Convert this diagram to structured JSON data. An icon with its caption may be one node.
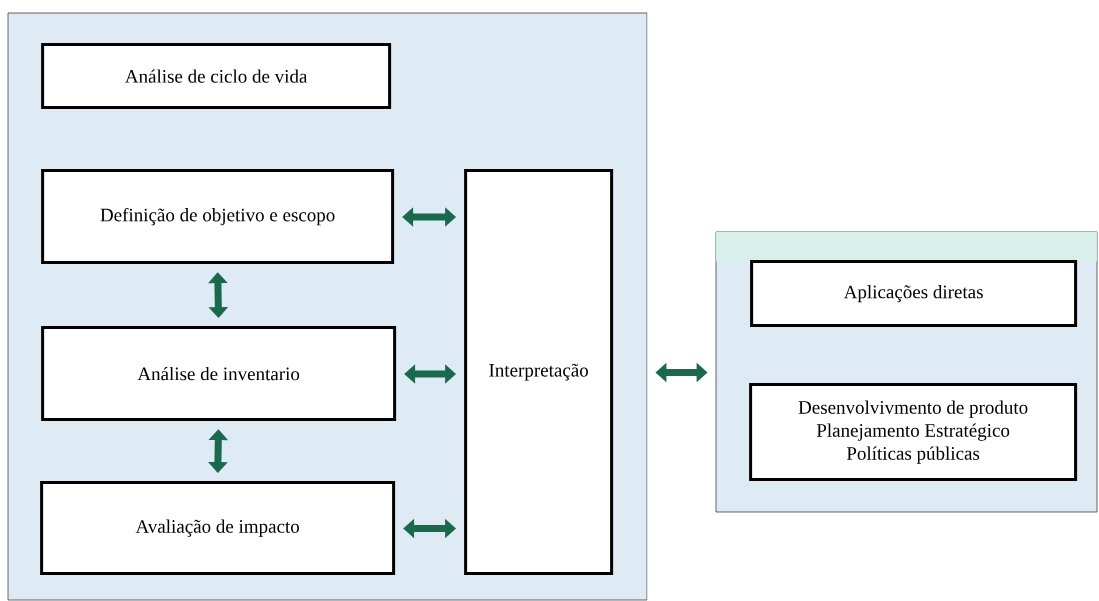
{
  "diagram": {
    "nodes": [
      {
        "text": [],
        "shape": "box"
      },
      {
        "text": [
          "Análise de ciclo de vida"
        ],
        "in": 0
      },
      {
        "text": [
          "Definição de objetivo e escopo"
        ],
        "in": 0
      },
      {
        "text": [
          "Análise de inventario"
        ],
        "in": 0
      },
      {
        "text": [
          "Avaliação de impacto"
        ],
        "in": 0
      },
      {
        "text": [
          "Interpretação"
        ],
        "in": 0
      },
      {
        "text": [],
        "shape": "box"
      },
      {
        "text": [
          "Aplicações diretas"
        ],
        "in": 6
      },
      {
        "text": [
          "Desenvolvivmento de produto",
          "Planejamento Estratégico",
          "Políticas públicas"
        ],
        "in": 6
      }
    ],
    "edges": [
      {
        "from": 2,
        "to": 5,
        "arrow": "both"
      },
      {
        "from": 2,
        "to": 3,
        "arrow": "both"
      },
      {
        "from": 3,
        "to": 5,
        "arrow": "both"
      },
      {
        "from": 3,
        "to": 4,
        "arrow": "both"
      },
      {
        "from": 4,
        "to": 5,
        "arrow": "both"
      },
      {
        "from": 0,
        "to": 6,
        "arrow": "both"
      }
    ]
  }
}
